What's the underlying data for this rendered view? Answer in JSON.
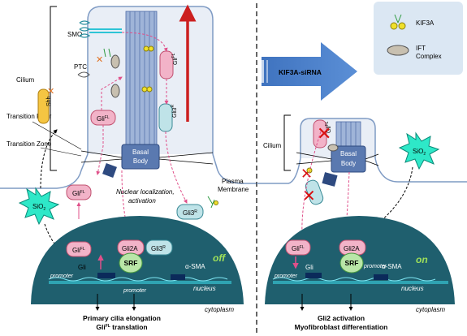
{
  "labels": {
    "cilium": "Cilium",
    "transition_fiber": "Transition Fiber",
    "transition_zone": "Transition Zone",
    "smo": "SMO",
    "ptc": "PTC",
    "shh": "Shh",
    "basal": "Basal",
    "body": "Body",
    "gli_fl": "Gli",
    "gli_fl_sup": "FL",
    "gli3r": "Gli3",
    "r_sup": "R",
    "gli2a": "Gli2A",
    "srf": "SRF",
    "gli": "Gli",
    "alpha_sma": "α-SMA",
    "promoter": "promoter",
    "nucleus": "nucleus",
    "cytoplasm": "cytoplasm",
    "off": "off",
    "on": "on",
    "sio2": "SiO",
    "sio2_sub": "2",
    "nuclear_localization": "Nuclear localization,",
    "activation": "activation",
    "plasma": "Plasma",
    "membrane": "Membrane",
    "kif3a_sirna": "KIF3A-siRNA",
    "legend_kif3a": "KIF3A",
    "legend_ift_1": "IFT",
    "legend_ift_2": "Complex",
    "caption_left_1": "Primary cilia elongation",
    "caption_left_2": "Gli",
    "caption_left_2_sup": "FL",
    "caption_left_2_rest": " translation",
    "caption_right_1": "Gli2 activation",
    "caption_right_2": "Myofibroblast differentiation"
  },
  "colors": {
    "cilium_fill": "#e9eef6",
    "nucleus": "#1f5f6e",
    "arrow_blue": "#4a7fc8",
    "red_arrow": "#cc1f1f",
    "gli_pink": "#f2b3c8",
    "gli3_teal": "#bfe3e8",
    "srf_green": "#b9e6a8",
    "sio2_green": "#2ee8c8",
    "legend_bg": "#dbe7f3"
  }
}
